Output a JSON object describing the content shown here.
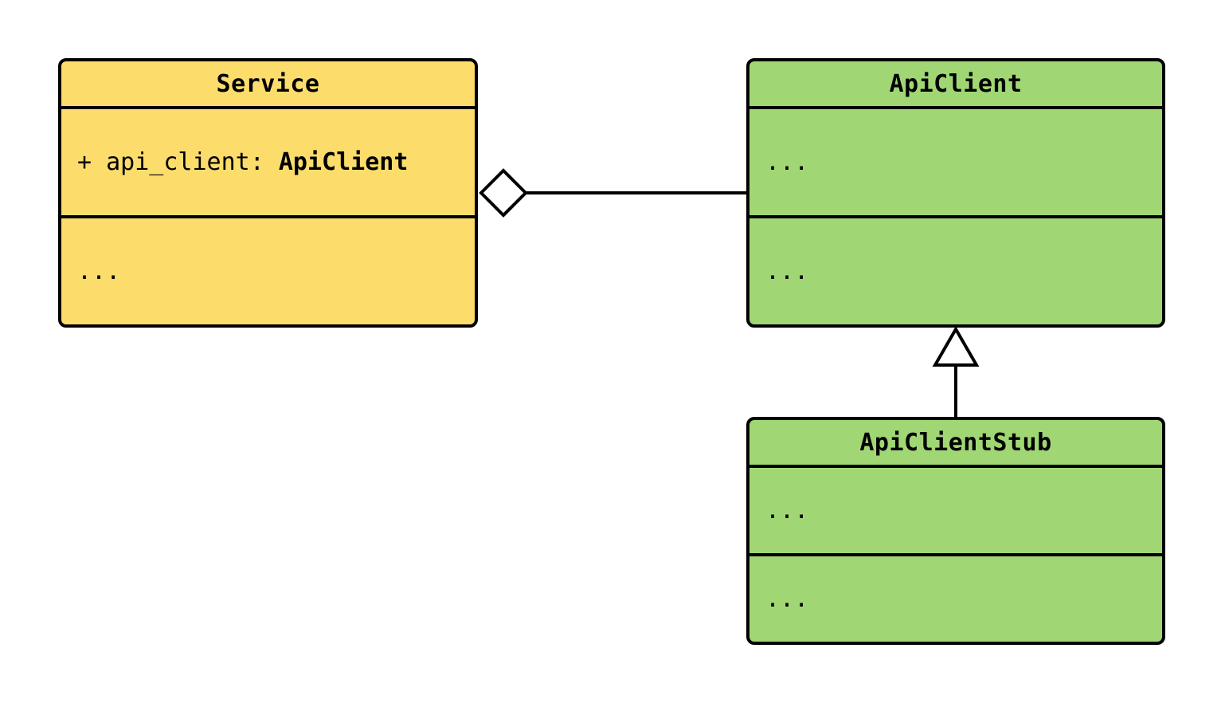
{
  "diagram": {
    "kind": "uml-class-diagram",
    "colors": {
      "background": "#ffffff",
      "service_fill": "#FCDD6C",
      "client_fill": "#A0D774",
      "border": "#000000",
      "line": "#000000",
      "marker_fill": "#ffffff"
    },
    "classes": {
      "service": {
        "name": "Service",
        "attribute_prefix": "+ api_client: ",
        "attribute_type": "ApiClient",
        "methods_placeholder": "..."
      },
      "api_client": {
        "name": "ApiClient",
        "attributes_placeholder": "...",
        "methods_placeholder": "..."
      },
      "api_client_stub": {
        "name": "ApiClientStub",
        "attributes_placeholder": "...",
        "methods_placeholder": "..."
      }
    },
    "relations": [
      {
        "type": "aggregation",
        "whole": "Service",
        "part": "ApiClient",
        "marker": "open-diamond"
      },
      {
        "type": "inheritance",
        "child": "ApiClientStub",
        "parent": "ApiClient",
        "marker": "open-triangle"
      }
    ]
  }
}
